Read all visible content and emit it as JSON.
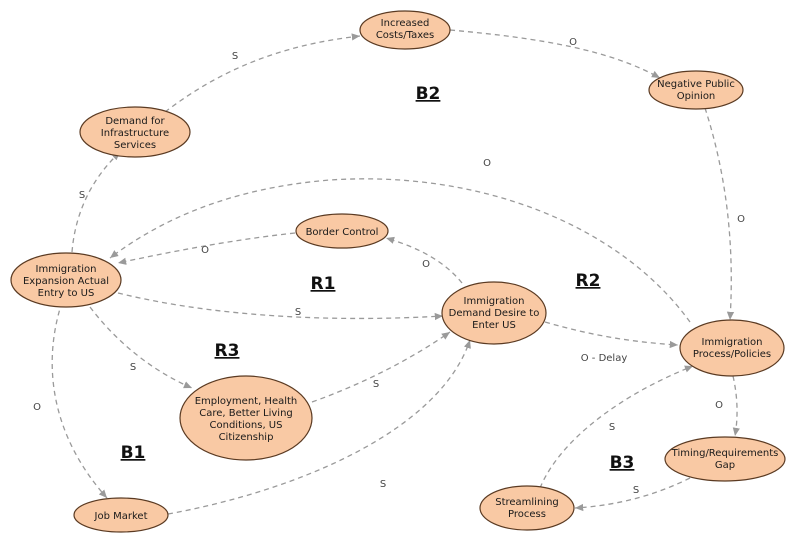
{
  "nodes": {
    "increased_costs": [
      "Increased",
      "Costs/Taxes"
    ],
    "demand_infrastructure": [
      "Demand for",
      "Infrastructure",
      "Services"
    ],
    "negative_opinion": [
      "Negative Public",
      "Opinion"
    ],
    "border_control": [
      "Border Control"
    ],
    "immigration_expansion": [
      "Immigration",
      "Expansion Actual",
      "Entry to US"
    ],
    "immigration_demand": [
      "Immigration",
      "Demand Desire to",
      "Enter US"
    ],
    "immigration_process": [
      "Immigration",
      "Process/Policies"
    ],
    "employment": [
      "Employment, Health",
      "Care, Better Living",
      "Conditions, US",
      "Citizenship"
    ],
    "timing_gap": [
      "Timing/Requirements",
      "Gap"
    ],
    "streamlining": [
      "Streamlining",
      "Process"
    ],
    "job_market": [
      "Job Market"
    ]
  },
  "edge_labels": {
    "infra_to_costs": "S",
    "costs_to_opinion": "O",
    "expansion_to_infra": "S",
    "opinion_to_process": "O",
    "process_to_expansion": "O",
    "border_to_expansion": "O",
    "demand_to_border": "O",
    "expansion_to_demand": "S",
    "demand_to_process": "O - Delay",
    "expansion_to_employment": "S",
    "employment_to_demand": "S",
    "process_to_timing": "O",
    "timing_to_streamlining": "S",
    "streamlining_to_process": "S",
    "expansion_to_job": "O",
    "job_to_demand": "S"
  },
  "loops": {
    "b2": "B2",
    "r1": "R1",
    "r2": "R2",
    "r3": "R3",
    "b1": "B1",
    "b3": "B3"
  },
  "colors": {
    "node_fill": "#f9c9a4",
    "node_stroke": "#5a3a22",
    "edge": "#9a9a9a"
  }
}
